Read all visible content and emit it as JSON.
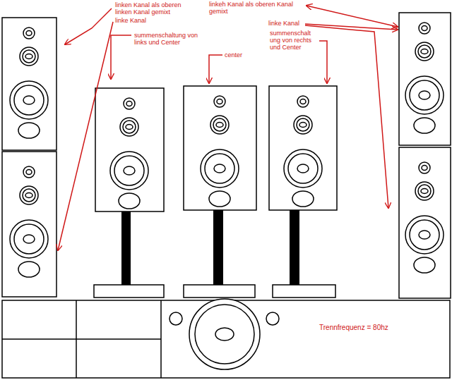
{
  "diagram": {
    "labels": [
      "linken Kanal als oberen linken Kanal gemixt",
      "linke Kanal",
      "summenschaltung von links und Center",
      "center",
      "linkeh Kanal als oberen Kanal gemixt",
      "linke Kanal",
      "summenschalt ung von rechts und Center",
      "Trennfrequenz = 80hz"
    ]
  }
}
